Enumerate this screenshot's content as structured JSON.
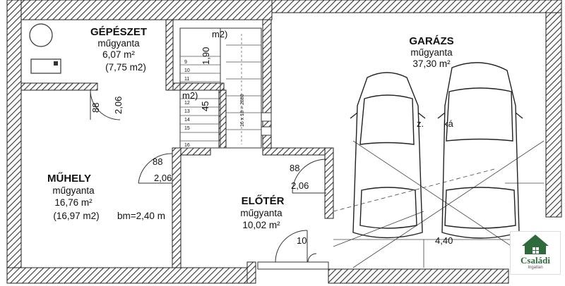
{
  "rooms": {
    "gepeszet": {
      "name": "GÉPÉSZET",
      "material": "műgyanta",
      "area": "6,07 m²",
      "area_alt": "(7,75 m2)"
    },
    "garazs": {
      "name": "GARÁZS",
      "material": "műgyanta",
      "area": "37,30 m²"
    },
    "muhely": {
      "name": "MŰHELY",
      "material": "műgyanta",
      "area": "16,76 m²",
      "area_alt": "(16,97 m2)",
      "height": "bm=2,40 m"
    },
    "eloter": {
      "name": "ELŐTÉR",
      "material": "műgyanta",
      "area": "10,02 m²"
    }
  },
  "dimensions": {
    "d_88_a": "88",
    "d_206_a": "2,06",
    "d_88_b": "88",
    "d_206_b": "2,06",
    "d_88_c": "88",
    "d_206_c": "2,06",
    "d_190": "1,90",
    "d_45": "45",
    "d_m2_a": "m2)",
    "d_m2_b": "m2)",
    "d_10": "10",
    "d_440": "4,40"
  },
  "stairs": {
    "steps": [
      "9",
      "10",
      "11",
      "12",
      "13",
      "14",
      "15",
      "16"
    ],
    "label": "16 x 18 = 2880"
  },
  "garage_text": {
    "a": "z.",
    "b": "ká"
  },
  "logo": {
    "name": "Családi",
    "sub": "Ingatlan"
  },
  "colors": {
    "wall_hatch": "#333333",
    "logo_green": "#2e6b3a"
  },
  "icons": [
    "house-logo-icon"
  ]
}
